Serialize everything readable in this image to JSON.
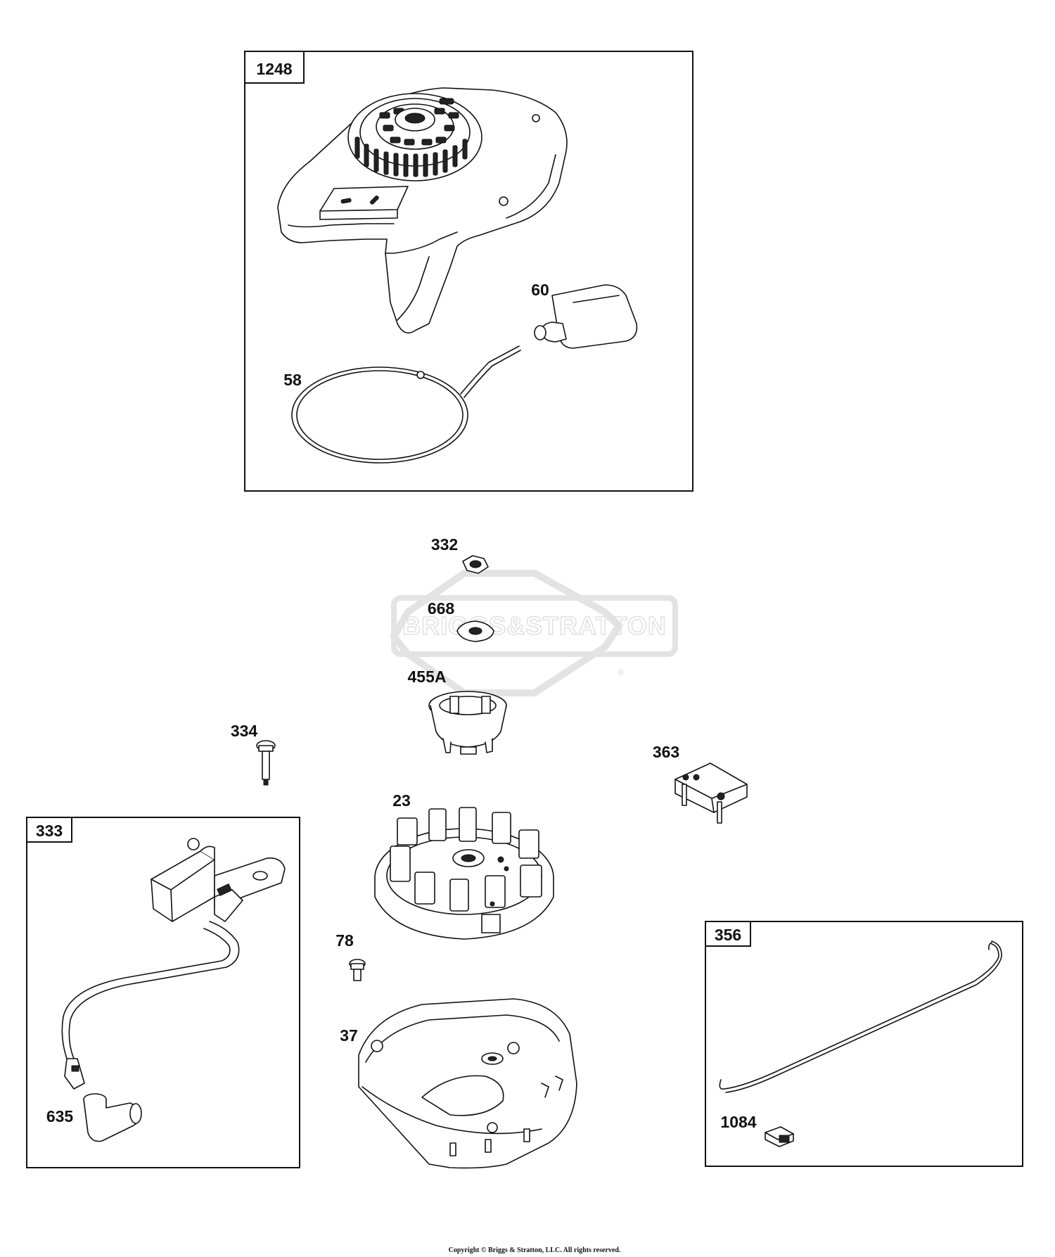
{
  "watermark": {
    "text": "BRIGGS&STRATTON",
    "registered": "®"
  },
  "groups": {
    "g1248": "1248",
    "g333": "333",
    "g356": "356"
  },
  "parts": {
    "p60": "60",
    "p58": "58",
    "p332": "332",
    "p668": "668",
    "p455A": "455A",
    "p334": "334",
    "p363": "363",
    "p23": "23",
    "p78": "78",
    "p37": "37",
    "p635": "635",
    "p1084": "1084"
  },
  "footer": {
    "copyright": "Copyright © Briggs & Stratton, LLC. All rights reserved."
  }
}
